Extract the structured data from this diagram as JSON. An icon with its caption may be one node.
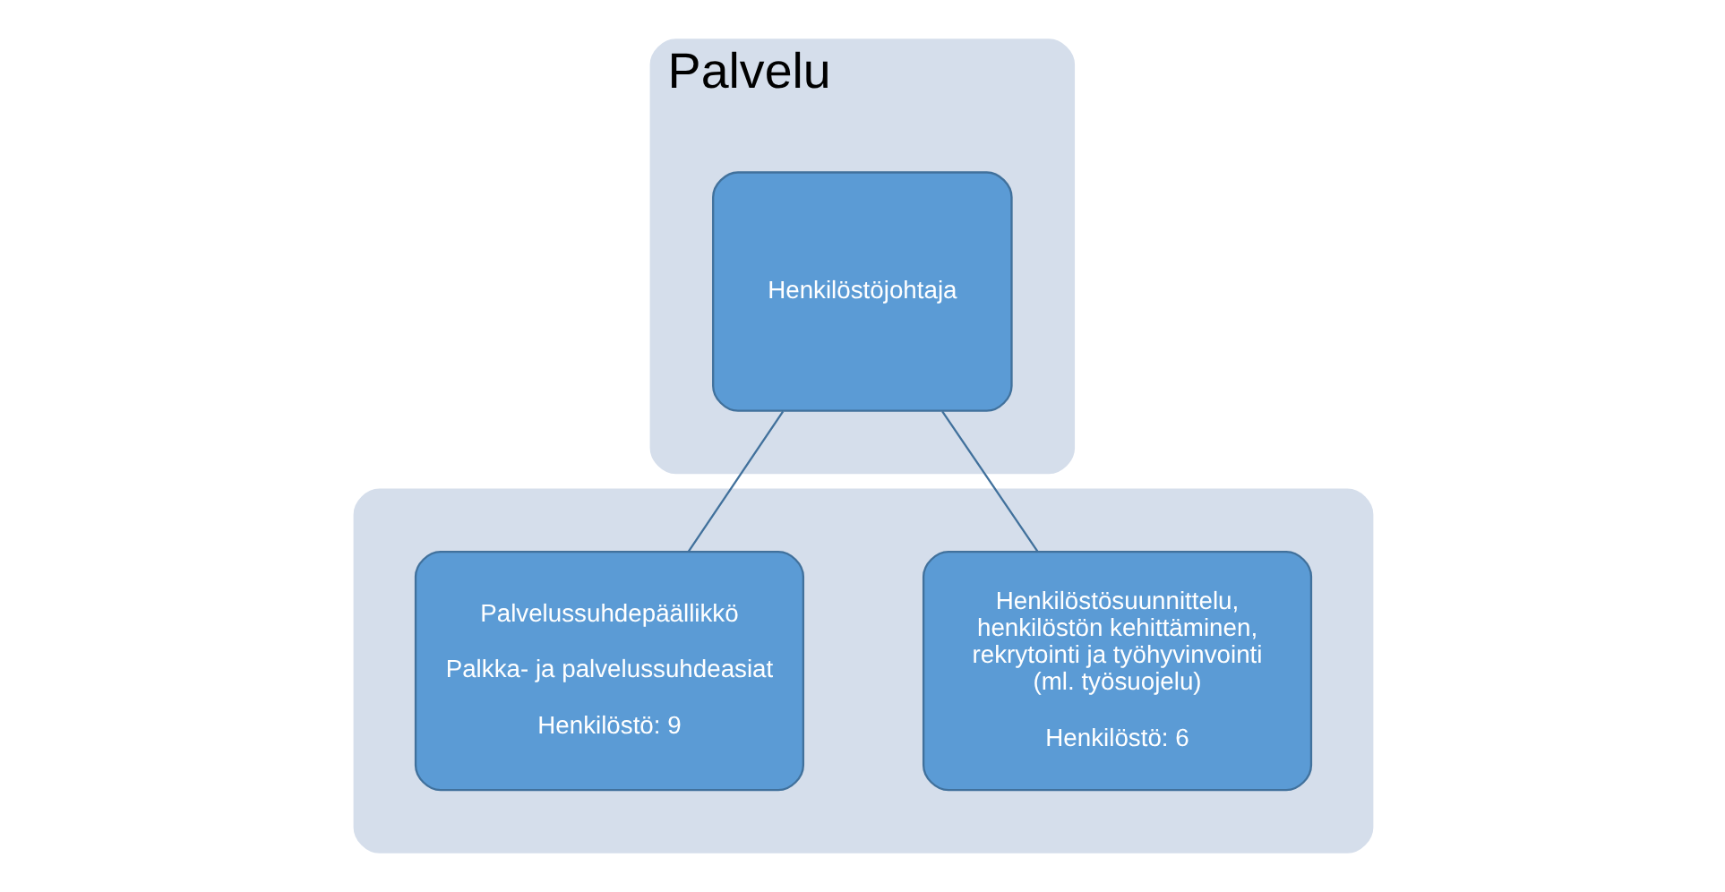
{
  "diagram": {
    "nodes": [
      {
        "text": [
          "Palvelu"
        ]
      },
      {
        "text": [
          "Henkilöstöjohtaja"
        ],
        "in": 0
      },
      {
        "text": [],
        "shape": "box"
      },
      {
        "text": [
          "Henkilöstösuunnittelu, henkilöstön kehittäminen, rekrytointi ja työhyvinvointi (ml. työsuojelu)",
          "Henkilöstö: 6"
        ],
        "in": 2
      },
      {
        "text": [
          "Palvelussuhdepäällikkö",
          "Palkka- ja palvelussuhdeasiat",
          "Henkilöstö: 9"
        ],
        "in": 2
      }
    ],
    "edges": [
      {
        "from": 1,
        "to": 3,
        "arrow": "none"
      },
      {
        "from": 1,
        "to": 4,
        "arrow": "none"
      }
    ]
  }
}
